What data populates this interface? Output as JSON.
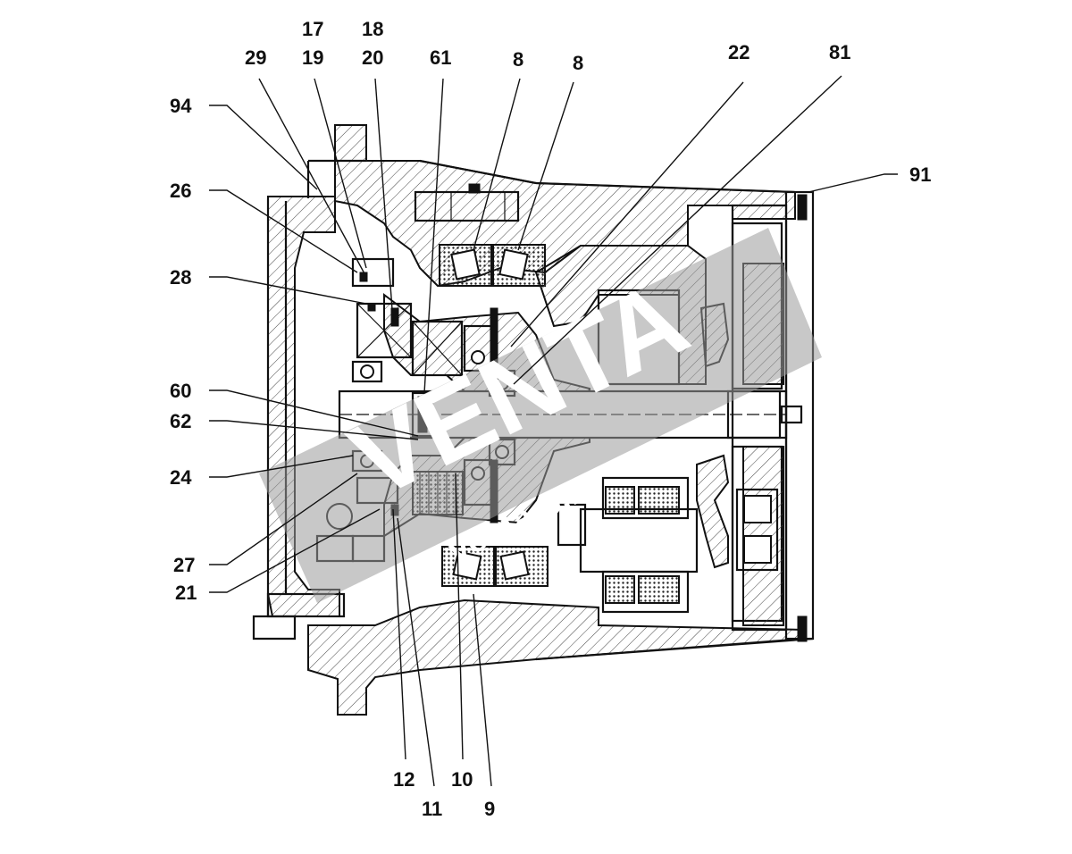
{
  "callouts": [
    {
      "id": "94",
      "label": "94"
    },
    {
      "id": "29",
      "label": "29"
    },
    {
      "id": "17",
      "label": "17"
    },
    {
      "id": "19",
      "label": "19"
    },
    {
      "id": "18",
      "label": "18"
    },
    {
      "id": "20",
      "label": "20"
    },
    {
      "id": "61",
      "label": "61"
    },
    {
      "id": "8a",
      "label": "8"
    },
    {
      "id": "8b",
      "label": "8"
    },
    {
      "id": "22",
      "label": "22"
    },
    {
      "id": "81",
      "label": "81"
    },
    {
      "id": "91",
      "label": "91"
    },
    {
      "id": "26",
      "label": "26"
    },
    {
      "id": "28",
      "label": "28"
    },
    {
      "id": "60",
      "label": "60"
    },
    {
      "id": "62",
      "label": "62"
    },
    {
      "id": "24",
      "label": "24"
    },
    {
      "id": "27",
      "label": "27"
    },
    {
      "id": "21",
      "label": "21"
    },
    {
      "id": "12",
      "label": "12"
    },
    {
      "id": "10",
      "label": "10"
    },
    {
      "id": "11",
      "label": "11"
    },
    {
      "id": "9",
      "label": "9"
    }
  ],
  "watermark": {
    "text": "VENTA",
    "subtext": "venta-o.ru"
  }
}
